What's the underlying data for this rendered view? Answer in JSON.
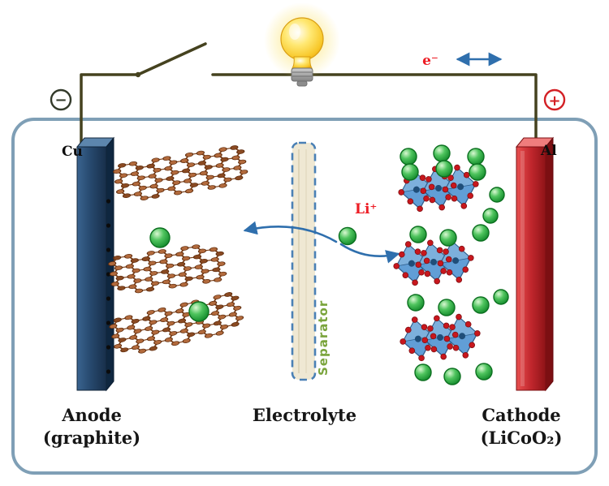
{
  "labels": {
    "anode_current_collector": "Cu",
    "cathode_current_collector": "Al",
    "electron": "e⁻",
    "lithium_ion": "Li⁺",
    "separator": "Separator",
    "negative_terminal": "−",
    "positive_terminal": "+",
    "anode_caption_line1": "Anode",
    "anode_caption_line2": "(graphite)",
    "electrolyte_caption": "Electrolyte",
    "cathode_caption_line1": "Cathode",
    "cathode_caption_line2": "(LiCoO₂)"
  },
  "colors": {
    "container_border": "#7f9fb6",
    "wire": "#45421f",
    "electron_text": "#ed1c24",
    "lithium_ion_text": "#ed1c24",
    "arrow_blue": "#2f6fad",
    "separator_text": "#7aa43c",
    "separator_fill": "#efe8d3",
    "separator_border": "#4a80b5",
    "cu_electrode": "#24466a",
    "al_electrode": "#c1272d",
    "graphite_atom": "#b26a3c",
    "graphite_bond": "#7a3b12",
    "lithium_sphere": "#3cb54a",
    "oxygen_atom": "#c8171d",
    "cobalt_slab": "#5b9bd5",
    "bulb": "#f7ce3e"
  }
}
